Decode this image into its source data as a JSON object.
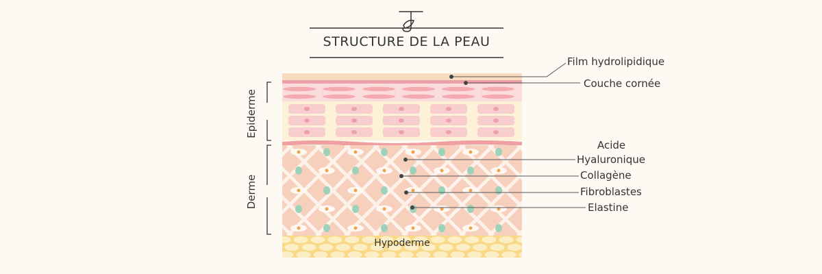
{
  "title": "STRUCTURE DE LA PEAU",
  "logo_icon": "tea-leaf-logo-icon",
  "colors": {
    "background": "#fdf9f3",
    "film": "#f8dcc0",
    "cornee_line": "#eea0a8",
    "epidermis_top": "#fbdcdc",
    "epidermis_cells_bg": "#fdf1d8",
    "cell": "#f7cdcd",
    "cell_nucleus": "#ef9fab",
    "dermis": "#f7cfbd",
    "collagen_dot": "#9dd2b8",
    "fibroblast_nucleus": "#f0a44a",
    "hypoderm": "#f9d887",
    "fat_cell": "#fcefc6"
  },
  "side_labels": {
    "epiderme": "Epiderme",
    "derme": "Derme"
  },
  "layer_labels": {
    "film": "Film hydrolipidique",
    "cornee": "Couche cornée",
    "acide_line1": "Acide",
    "acide_line2": "Hyaluronique",
    "collagene": "Collagène",
    "fibroblastes": "Fibroblastes",
    "elastine": "Elastine",
    "hypoderme": "Hypoderme"
  }
}
